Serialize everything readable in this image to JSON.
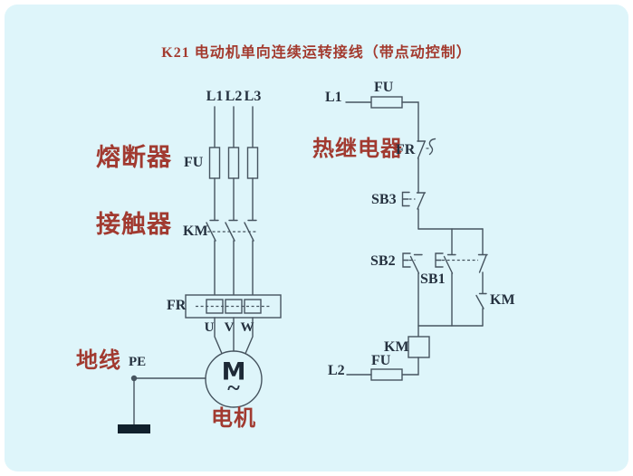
{
  "title": "K21 电动机单向连续运转接线（带点动控制）",
  "colors": {
    "background": "#def5fa",
    "frame": "#ffffff",
    "wire": "#46545f",
    "label_text": "#25313f",
    "annotation_red": "#a13a30",
    "ground_bar": "#10202c"
  },
  "annotations": {
    "fuse": "熔断器",
    "contactor": "接触器",
    "thermal_relay": "热继电器",
    "ground_wire": "地线",
    "motor": "电机"
  },
  "main_circuit": {
    "phase_l1": "L1",
    "phase_l2": "L2",
    "phase_l3": "L3",
    "fuse_label": "FU",
    "contactor_label": "KM",
    "thermal_label": "FR",
    "terminal_u": "U",
    "terminal_v": "V",
    "terminal_w": "W",
    "pe_label": "PE",
    "motor_letter": "M",
    "motor_ac_symbol": "~"
  },
  "control_circuit": {
    "line_l1": "L1",
    "fuse_top_label": "FU",
    "thermal_contact_label": "FR",
    "stop_button_label": "SB3",
    "start_button_label": "SB2",
    "jog_button_label": "SB1",
    "holding_contact_label": "KM",
    "coil_label": "KM",
    "fuse_bottom_label": "FU",
    "line_l2": "L2"
  }
}
